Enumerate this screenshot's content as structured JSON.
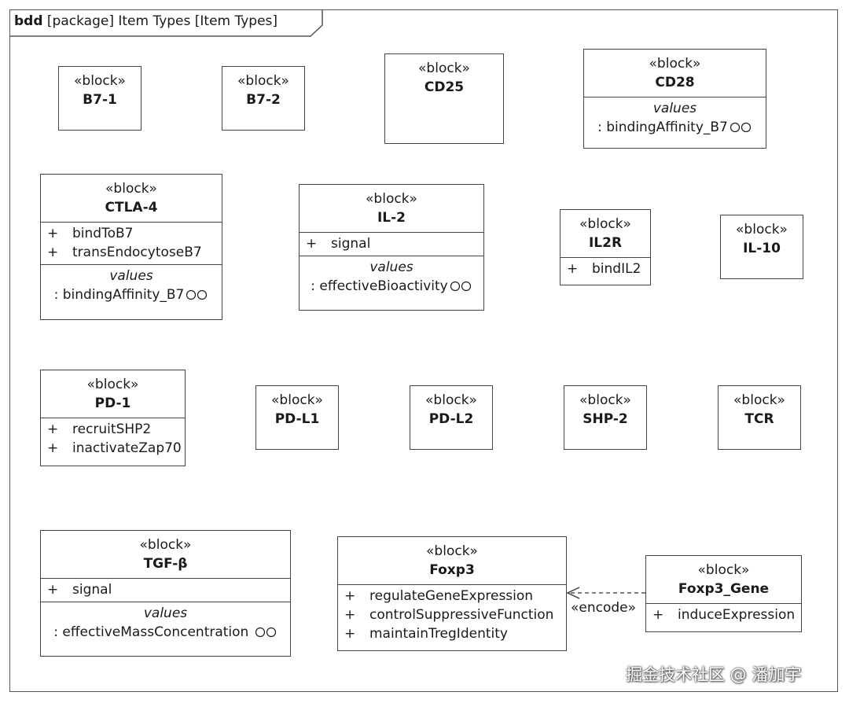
{
  "frame": {
    "kind": "bdd",
    "title": "[package] Item Types [Item Types]"
  },
  "stereotype": "«block»",
  "values_label": "values",
  "blocks": {
    "b71": {
      "name": "B7-1"
    },
    "b72": {
      "name": "B7-2"
    },
    "cd25": {
      "name": "CD25"
    },
    "cd28": {
      "name": "CD28",
      "value": ": bindingAffinity_B7"
    },
    "ctla4": {
      "name": "CTLA-4",
      "ops": [
        "bindToB7",
        "transEndocytoseB7"
      ],
      "value": ": bindingAffinity_B7"
    },
    "il2": {
      "name": "IL-2",
      "ops": [
        "signal"
      ],
      "value": ": effectiveBioactivity"
    },
    "il2r": {
      "name": "IL2R",
      "ops": [
        "bindIL2"
      ]
    },
    "il10": {
      "name": "IL-10"
    },
    "pd1": {
      "name": "PD-1",
      "ops": [
        "recruitSHP2",
        "inactivateZap70"
      ]
    },
    "pdl1": {
      "name": "PD-L1"
    },
    "pdl2": {
      "name": "PD-L2"
    },
    "shp2": {
      "name": "SHP-2"
    },
    "tcr": {
      "name": "TCR"
    },
    "tgfb": {
      "name": "TGF-β",
      "ops": [
        "signal"
      ],
      "value": ": effectiveMassConcentration "
    },
    "foxp3": {
      "name": "Foxp3",
      "ops": [
        "regulateGeneExpression",
        "controlSuppressiveFunction",
        "maintainTregIdentity"
      ]
    },
    "foxp3gene": {
      "name": "Foxp3_Gene",
      "ops": [
        "induceExpression"
      ]
    }
  },
  "visibility": "+",
  "dependency": {
    "label": "«encode»"
  },
  "watermark": "掘金技术社区 @ 潘加宇"
}
